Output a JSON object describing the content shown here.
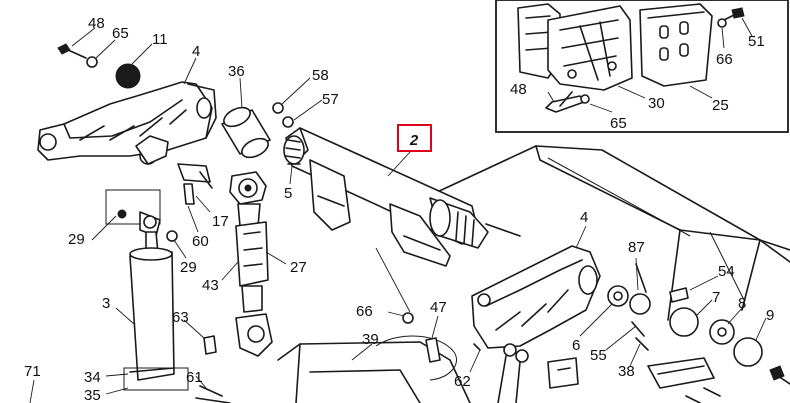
{
  "callouts": {
    "c48a": "48",
    "c65a": "65",
    "c11": "11",
    "c4a": "4",
    "c36": "36",
    "c58": "58",
    "c57": "57",
    "c5": "5",
    "c17": "17",
    "c29a": "29",
    "c60": "60",
    "c29b": "29",
    "c27": "27",
    "c43": "43",
    "c3": "3",
    "c63": "63",
    "c66a": "66",
    "c47": "47",
    "c39": "39",
    "c62": "62",
    "c71": "71",
    "c34": "34",
    "c35": "35",
    "c61": "61",
    "c4b": "4",
    "c87": "87",
    "c54": "54",
    "c7": "7",
    "c8": "8",
    "c9": "9",
    "c6": "6",
    "c55": "55",
    "c38": "38",
    "inset_c51": "51",
    "inset_c66": "66",
    "inset_c48": "48",
    "inset_c30": "30",
    "inset_c25": "25",
    "inset_c65": "65"
  },
  "highlight": {
    "label": "2",
    "color": "#e0001b"
  }
}
